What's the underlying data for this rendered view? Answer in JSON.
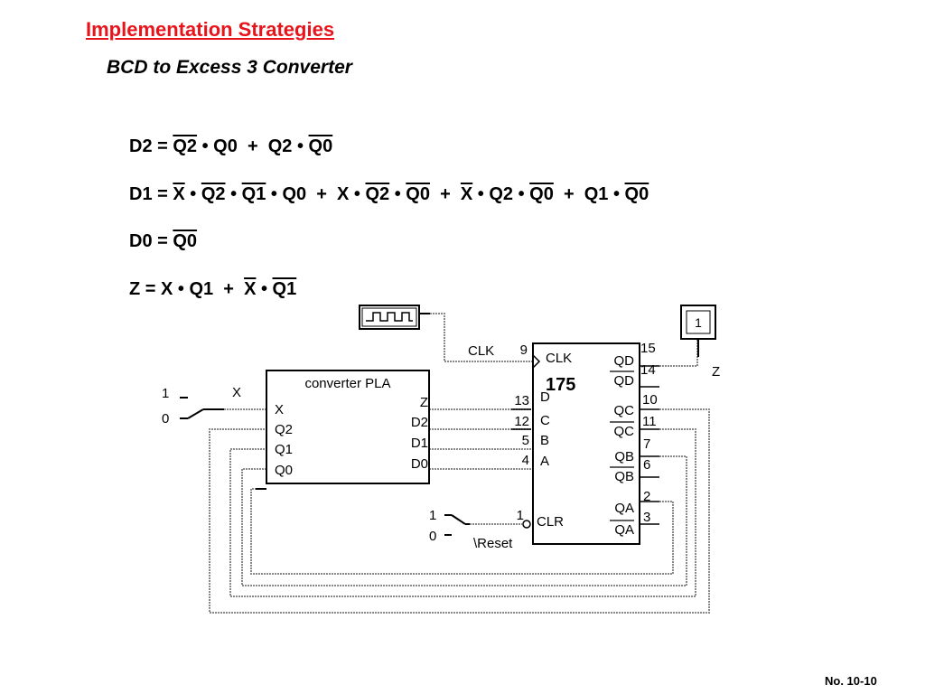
{
  "slide": {
    "title": "Implementation Strategies",
    "subtitle": "BCD to Excess 3 Converter",
    "footer": "No. 10-10"
  },
  "equations": {
    "d2": [
      {
        "t": "D2 = ",
        "b": false
      },
      {
        "t": "Q2",
        "b": true
      },
      {
        "t": " • Q0  +  Q2 • ",
        "b": false
      },
      {
        "t": "Q0",
        "b": true
      }
    ],
    "d1": [
      {
        "t": "D1 = ",
        "b": false
      },
      {
        "t": "X",
        "b": true
      },
      {
        "t": " • ",
        "b": false
      },
      {
        "t": "Q2",
        "b": true
      },
      {
        "t": " • ",
        "b": false
      },
      {
        "t": "Q1",
        "b": true
      },
      {
        "t": " • Q0  +  X • ",
        "b": false
      },
      {
        "t": "Q2",
        "b": true
      },
      {
        "t": " • ",
        "b": false
      },
      {
        "t": "Q0",
        "b": true
      },
      {
        "t": "  +  ",
        "b": false
      },
      {
        "t": "X",
        "b": true
      },
      {
        "t": " • Q2 • ",
        "b": false
      },
      {
        "t": "Q0",
        "b": true
      },
      {
        "t": "  +  Q1 • ",
        "b": false
      },
      {
        "t": "Q0",
        "b": true
      }
    ],
    "d0": [
      {
        "t": "D0 = ",
        "b": false
      },
      {
        "t": "Q0",
        "b": true
      }
    ],
    "z": [
      {
        "t": "Z = X • Q1  +  ",
        "b": false
      },
      {
        "t": "X",
        "b": true
      },
      {
        "t": " • ",
        "b": false
      },
      {
        "t": "Q1",
        "b": true
      }
    ]
  },
  "circuit": {
    "pla": {
      "title": "converter PLA",
      "inputs": [
        "X",
        "Q2",
        "Q1",
        "Q0"
      ],
      "outputs": [
        "Z",
        "D2",
        "D1",
        "D0"
      ]
    },
    "chip": {
      "number": "175",
      "clk_pin_label": "CLK",
      "clr_pin_label": "CLR",
      "d_inputs": [
        "D",
        "C",
        "B",
        "A"
      ],
      "d_pin_numbers": [
        "13",
        "12",
        "5",
        "4"
      ],
      "clk_pin_number": "9",
      "clr_pin_number": "1",
      "outputs": [
        "QD",
        "QD",
        "QC",
        "QC",
        "QB",
        "QB",
        "QA",
        "QA"
      ],
      "output_complemented": [
        false,
        true,
        false,
        true,
        false,
        true,
        false,
        true
      ],
      "output_pins": [
        "15",
        "14",
        "10",
        "11",
        "7",
        "6",
        "2",
        "3"
      ]
    },
    "clock_label": "CLK",
    "x_switch": {
      "label": "X",
      "high": "1",
      "low": "0"
    },
    "reset_switch": {
      "label": "\\Reset",
      "high": "1",
      "low": "0"
    },
    "output_probe": {
      "value": "1",
      "label": "Z"
    }
  }
}
